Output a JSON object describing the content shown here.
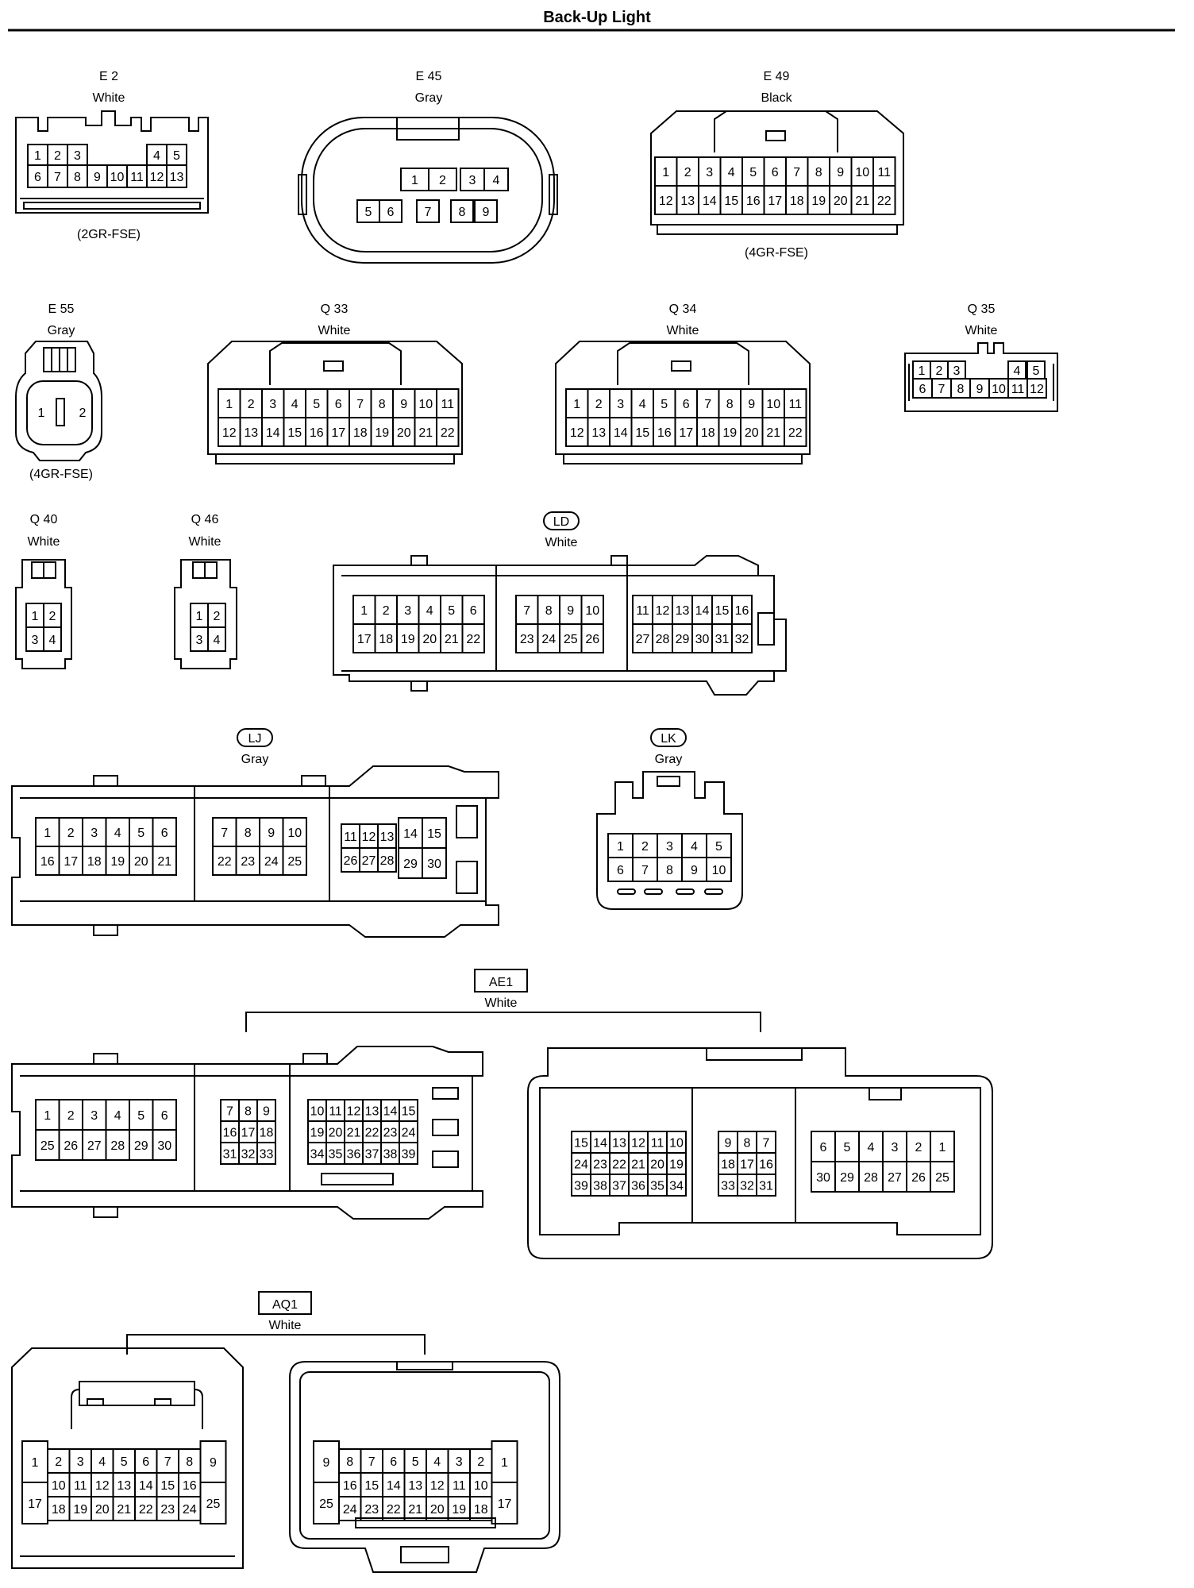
{
  "page": {
    "title": "Back-Up Light"
  },
  "connectors": {
    "e2": {
      "id": "E 2",
      "color": "White",
      "note": "(2GR-FSE)",
      "rows": [
        [
          "1",
          "2",
          "3",
          "",
          "4",
          "5"
        ],
        [
          "6",
          "7",
          "8",
          "9",
          "10",
          "11",
          "12",
          "13"
        ]
      ]
    },
    "e45": {
      "id": "E 45",
      "color": "Gray",
      "rows": [
        [
          "1",
          "2",
          "3",
          "4"
        ],
        [
          "5",
          "6",
          "7",
          "8",
          "9"
        ]
      ]
    },
    "e49": {
      "id": "E 49",
      "color": "Black",
      "note": "(4GR-FSE)",
      "rows": [
        [
          "1",
          "2",
          "3",
          "4",
          "5",
          "6",
          "7",
          "8",
          "9",
          "10",
          "11"
        ],
        [
          "12",
          "13",
          "14",
          "15",
          "16",
          "17",
          "18",
          "19",
          "20",
          "21",
          "22"
        ]
      ]
    },
    "e55": {
      "id": "E 55",
      "color": "Gray",
      "note": "(4GR-FSE)",
      "pins": [
        "1",
        "2"
      ]
    },
    "q33": {
      "id": "Q 33",
      "color": "White",
      "rows": [
        [
          "1",
          "2",
          "3",
          "4",
          "5",
          "6",
          "7",
          "8",
          "9",
          "10",
          "11"
        ],
        [
          "12",
          "13",
          "14",
          "15",
          "16",
          "17",
          "18",
          "19",
          "20",
          "21",
          "22"
        ]
      ]
    },
    "q34": {
      "id": "Q 34",
      "color": "White",
      "rows": [
        [
          "1",
          "2",
          "3",
          "4",
          "5",
          "6",
          "7",
          "8",
          "9",
          "10",
          "11"
        ],
        [
          "12",
          "13",
          "14",
          "15",
          "16",
          "17",
          "18",
          "19",
          "20",
          "21",
          "22"
        ]
      ]
    },
    "q35": {
      "id": "Q 35",
      "color": "White",
      "rows": [
        [
          "1",
          "2",
          "3",
          "",
          "4",
          "5"
        ],
        [
          "6",
          "7",
          "8",
          "9",
          "10",
          "11",
          "12"
        ]
      ]
    },
    "q40": {
      "id": "Q 40",
      "color": "White",
      "rows": [
        [
          "1",
          "2"
        ],
        [
          "3",
          "4"
        ]
      ]
    },
    "q46": {
      "id": "Q 46",
      "color": "White",
      "rows": [
        [
          "1",
          "2"
        ],
        [
          "3",
          "4"
        ]
      ]
    },
    "ld": {
      "id": "LD",
      "color": "White",
      "groups": [
        [
          [
            "1",
            "2",
            "3",
            "4",
            "5",
            "6"
          ],
          [
            "17",
            "18",
            "19",
            "20",
            "21",
            "22"
          ]
        ],
        [
          [
            "7",
            "8",
            "9",
            "10"
          ],
          [
            "23",
            "24",
            "25",
            "26"
          ]
        ],
        [
          [
            "11",
            "12",
            "13",
            "14",
            "15",
            "16"
          ],
          [
            "27",
            "28",
            "29",
            "30",
            "31",
            "32"
          ]
        ]
      ]
    },
    "lj": {
      "id": "LJ",
      "color": "Gray",
      "groups": [
        [
          [
            "1",
            "2",
            "3",
            "4",
            "5",
            "6"
          ],
          [
            "16",
            "17",
            "18",
            "19",
            "20",
            "21"
          ]
        ],
        [
          [
            "7",
            "8",
            "9",
            "10"
          ],
          [
            "22",
            "23",
            "24",
            "25"
          ]
        ],
        [
          [
            "11",
            "12",
            "13"
          ],
          [
            "26",
            "27",
            "28"
          ]
        ],
        [
          [
            "14",
            "15"
          ],
          [
            "29",
            "30"
          ]
        ]
      ]
    },
    "lk": {
      "id": "LK",
      "color": "Gray",
      "rows": [
        [
          "1",
          "2",
          "3",
          "4",
          "5"
        ],
        [
          "6",
          "7",
          "8",
          "9",
          "10"
        ]
      ]
    },
    "ae1": {
      "id": "AE1",
      "color": "White",
      "left": [
        [
          [
            "1",
            "2",
            "3",
            "4",
            "5",
            "6"
          ],
          [
            "25",
            "26",
            "27",
            "28",
            "29",
            "30"
          ]
        ],
        [
          [
            "7",
            "8",
            "9"
          ],
          [
            "16",
            "17",
            "18"
          ],
          [
            "31",
            "32",
            "33"
          ]
        ],
        [
          [
            "10",
            "11",
            "12",
            "13",
            "14",
            "15"
          ],
          [
            "19",
            "20",
            "21",
            "22",
            "23",
            "24"
          ],
          [
            "34",
            "35",
            "36",
            "37",
            "38",
            "39"
          ]
        ]
      ],
      "right": [
        [
          [
            "15",
            "14",
            "13",
            "12",
            "11",
            "10"
          ],
          [
            "24",
            "23",
            "22",
            "21",
            "20",
            "19"
          ],
          [
            "39",
            "38",
            "37",
            "36",
            "35",
            "34"
          ]
        ],
        [
          [
            "9",
            "8",
            "7"
          ],
          [
            "18",
            "17",
            "16"
          ],
          [
            "33",
            "32",
            "31"
          ]
        ],
        [
          [
            "6",
            "5",
            "4",
            "3",
            "2",
            "1"
          ],
          [
            "30",
            "29",
            "28",
            "27",
            "26",
            "25"
          ]
        ]
      ]
    },
    "aq1": {
      "id": "AQ1",
      "color": "White",
      "left": {
        "side_left": [
          "1",
          "17"
        ],
        "side_right": [
          "9",
          "25"
        ],
        "rows": [
          [
            "2",
            "3",
            "4",
            "5",
            "6",
            "7",
            "8"
          ],
          [
            "10",
            "11",
            "12",
            "13",
            "14",
            "15",
            "16"
          ],
          [
            "18",
            "19",
            "20",
            "21",
            "22",
            "23",
            "24"
          ]
        ]
      },
      "right": {
        "side_left": [
          "9",
          "25"
        ],
        "side_right": [
          "1",
          "17"
        ],
        "rows": [
          [
            "8",
            "7",
            "6",
            "5",
            "4",
            "3",
            "2"
          ],
          [
            "16",
            "15",
            "14",
            "13",
            "12",
            "11",
            "10"
          ],
          [
            "24",
            "23",
            "22",
            "21",
            "20",
            "19",
            "18"
          ]
        ]
      }
    }
  }
}
